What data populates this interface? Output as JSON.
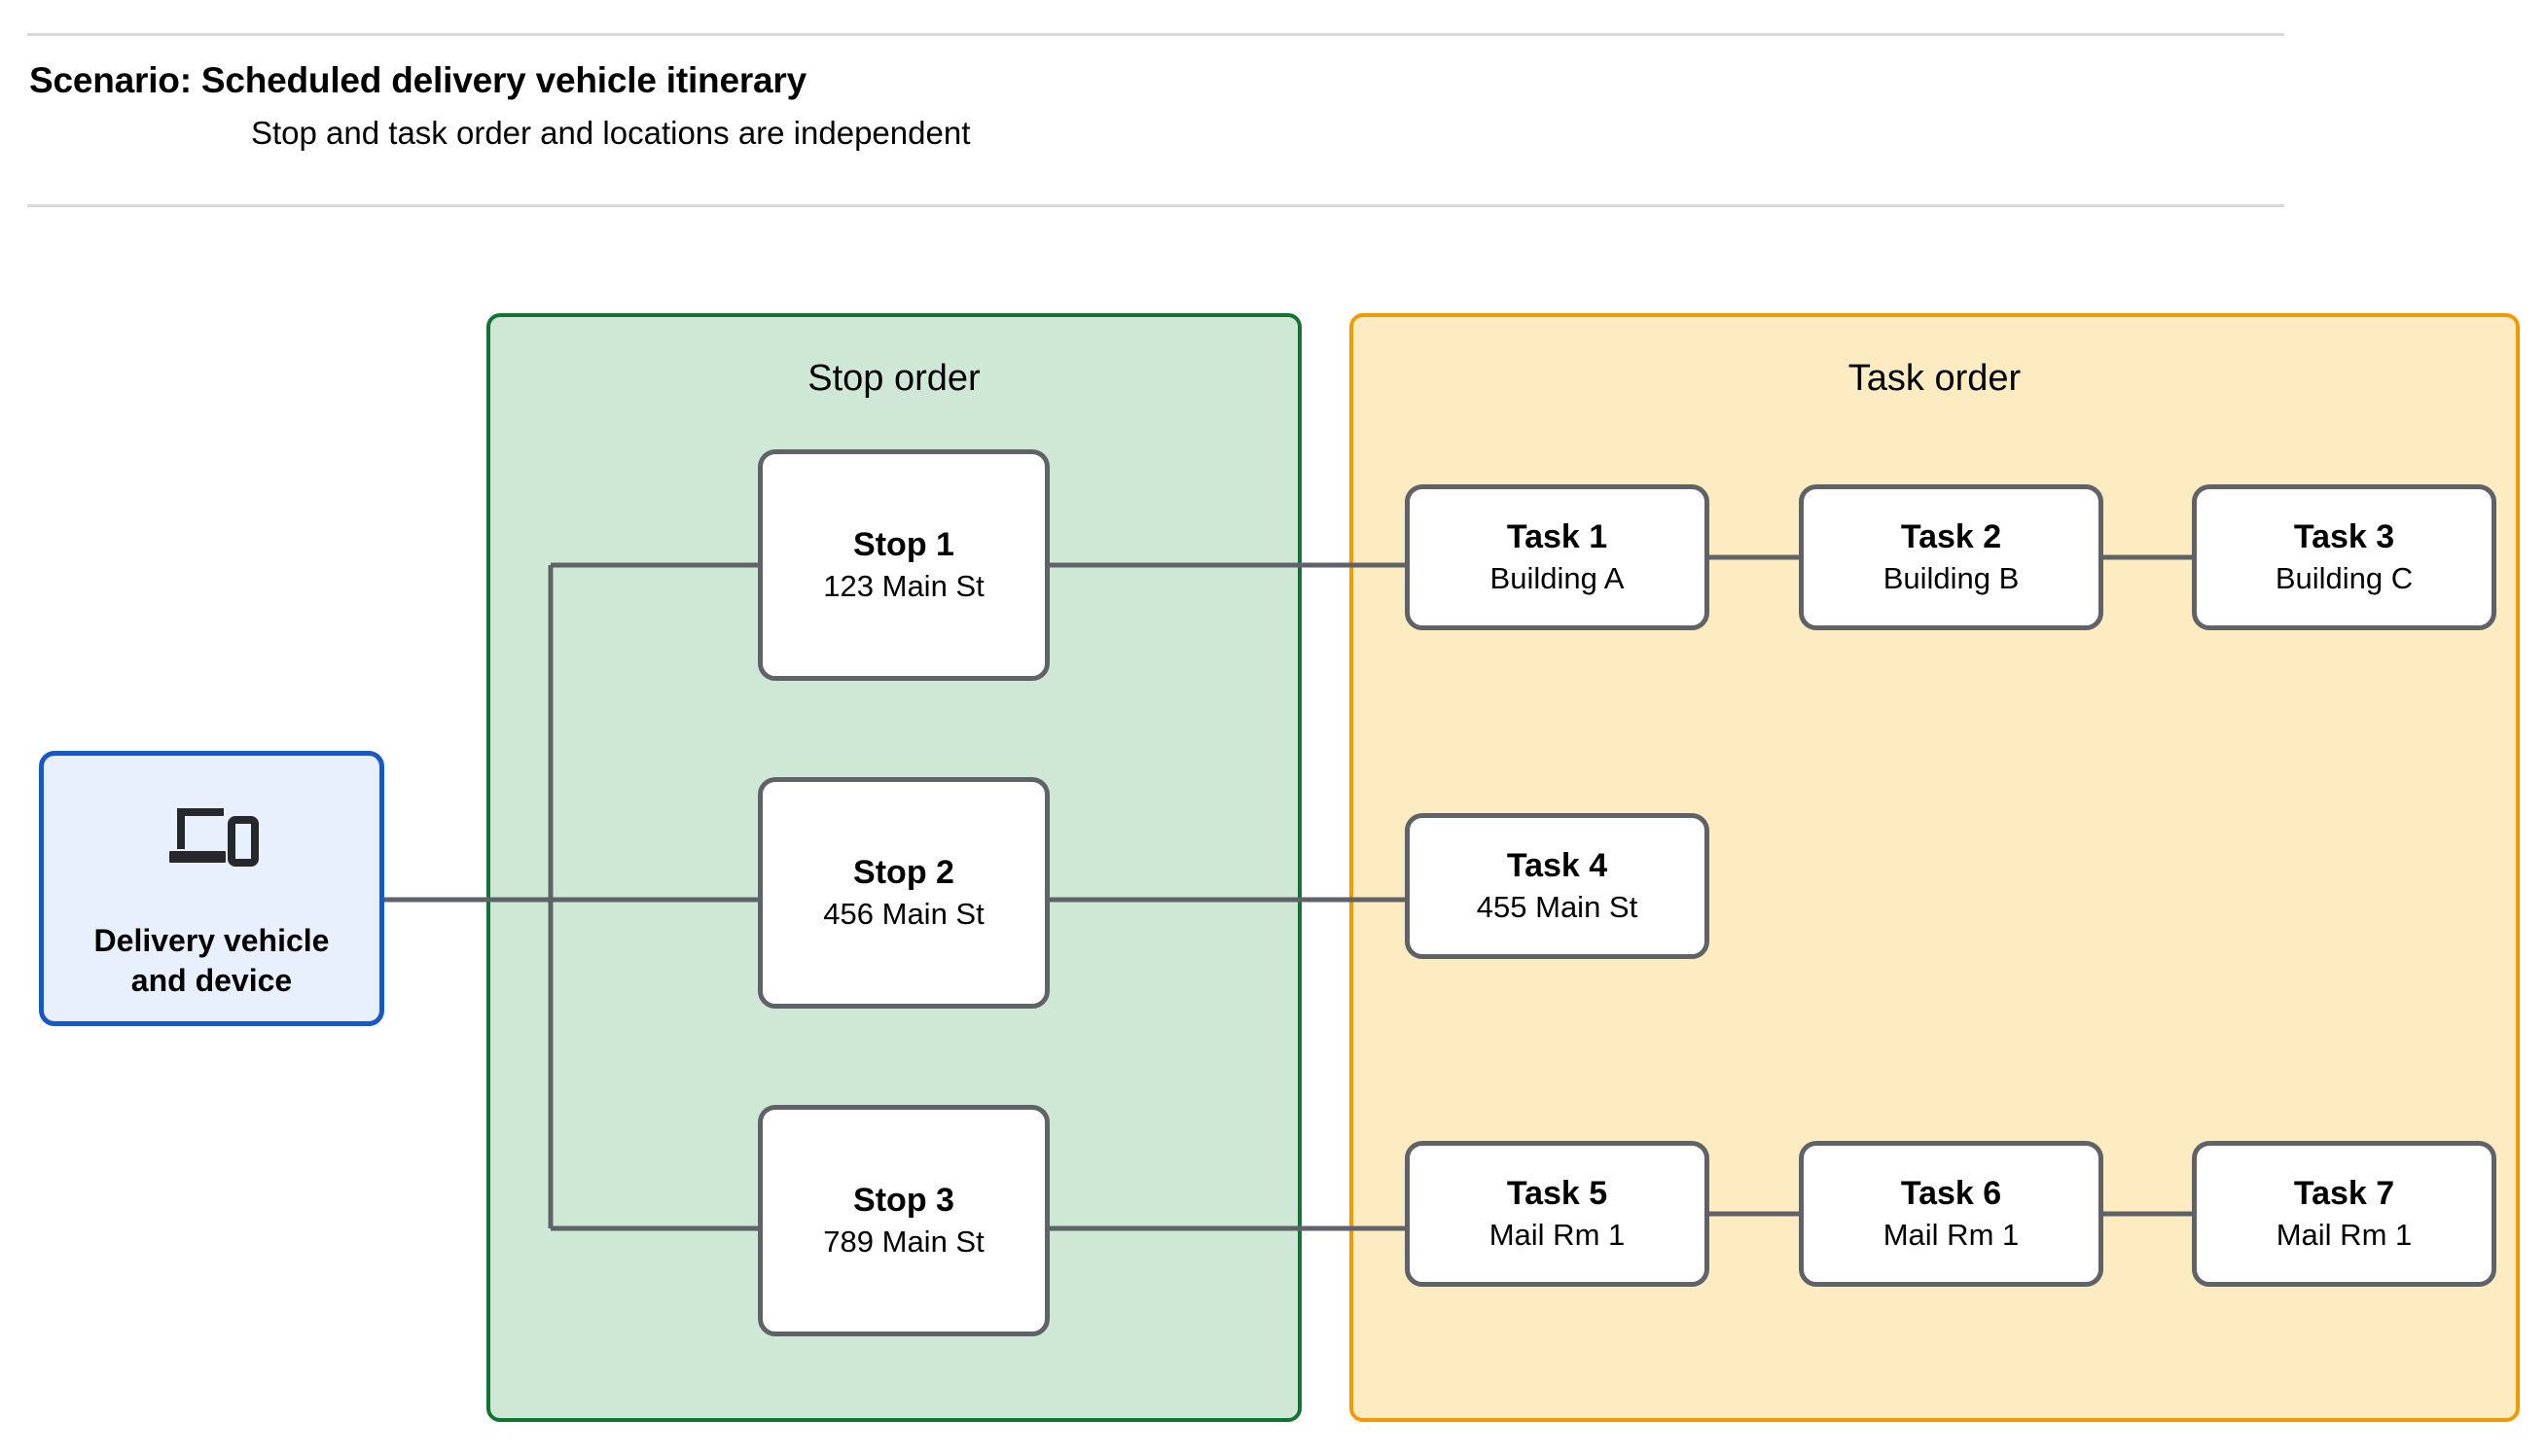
{
  "header": {
    "title": "Scenario: Scheduled delivery vehicle itinerary",
    "subtitle": "Stop and task order and locations are independent"
  },
  "vehicle": {
    "icon": "devices-icon",
    "label_line1": "Delivery vehicle",
    "label_line2": "and device"
  },
  "panels": {
    "stop": {
      "title": "Stop order",
      "border_color": "#137333",
      "fill_color": "#cfe8d6"
    },
    "task": {
      "title": "Task order",
      "border_color": "#f29900",
      "fill_color": "#fdecc2"
    }
  },
  "stops": [
    {
      "name": "Stop 1",
      "location": "123 Main St"
    },
    {
      "name": "Stop 2",
      "location": "456 Main St"
    },
    {
      "name": "Stop 3",
      "location": "789 Main St"
    }
  ],
  "tasks": [
    {
      "name": "Task 1",
      "location": "Building A"
    },
    {
      "name": "Task 2",
      "location": "Building B"
    },
    {
      "name": "Task 3",
      "location": "Building C"
    },
    {
      "name": "Task 4",
      "location": "455 Main St"
    },
    {
      "name": "Task 5",
      "location": "Mail Rm 1"
    },
    {
      "name": "Task 6",
      "location": "Mail Rm 1"
    },
    {
      "name": "Task 7",
      "location": "Mail Rm 1"
    }
  ],
  "colors": {
    "connector": "#5f6368",
    "node_border": "#5f6368",
    "vehicle_border": "#1a56c4",
    "vehicle_fill": "#e8f0fe",
    "rule": "#d9d9d9"
  }
}
